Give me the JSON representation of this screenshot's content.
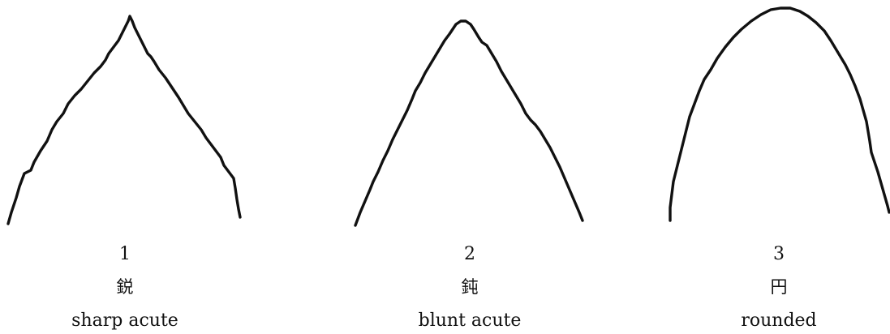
{
  "shapes": [
    {
      "number": "1",
      "japanese": "鋭",
      "english": "sharp acute"
    },
    {
      "number": "2",
      "japanese": "鈍",
      "english": "blunt acute"
    },
    {
      "number": "3",
      "japanese": "円",
      "english": "rounded"
    }
  ]
}
